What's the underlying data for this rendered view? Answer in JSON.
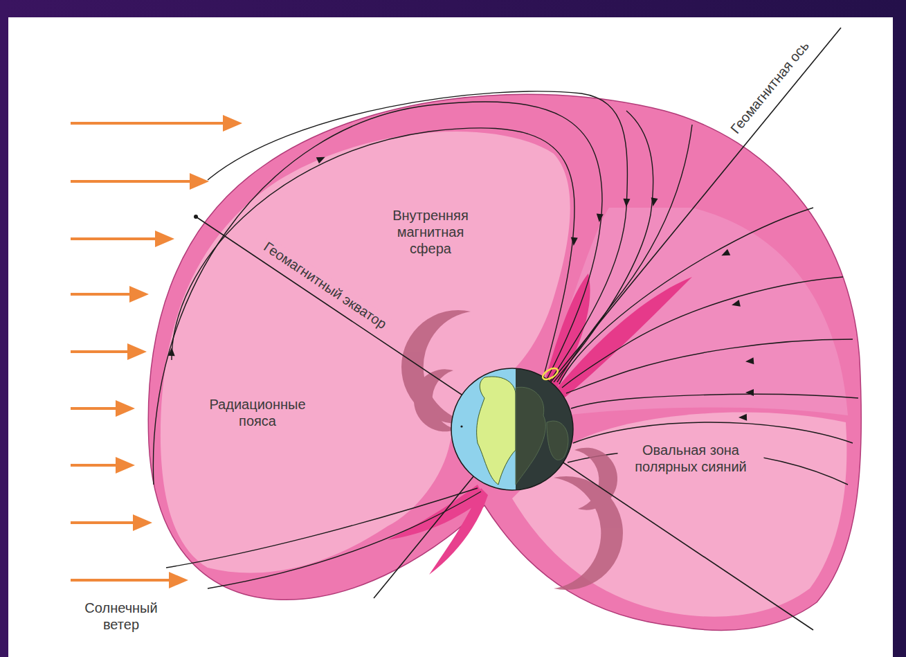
{
  "diagram": {
    "labels": [
      "Геомагнитная ось",
      "Внутренняя магнитная сфера",
      "Геомагнитный экватор",
      "Радиационные пояса",
      "Овальная зона полярных сияний",
      "Солнечный ветер"
    ]
  }
}
